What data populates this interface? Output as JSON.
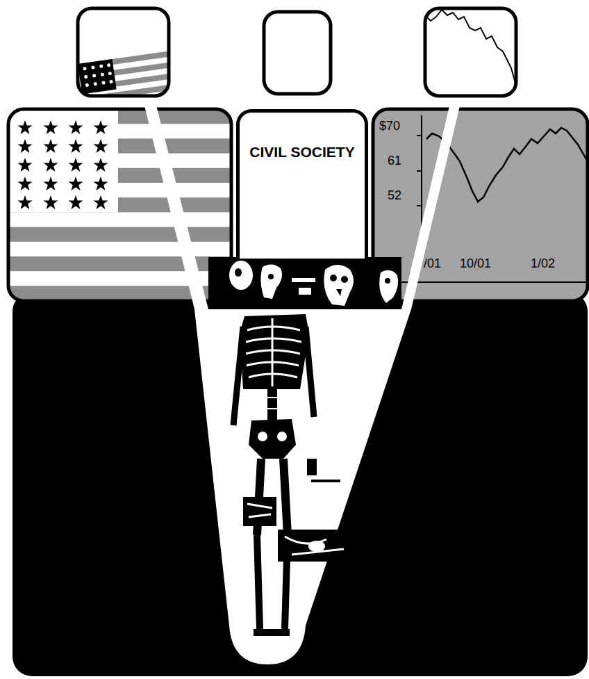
{
  "diagram": {
    "nodes": [
      {
        "text": [
          "CIVIL SOCIETY"
        ]
      }
    ],
    "labels": [
      "$70",
      "61",
      "52",
      "/01",
      "10/01",
      "1/02"
    ]
  }
}
